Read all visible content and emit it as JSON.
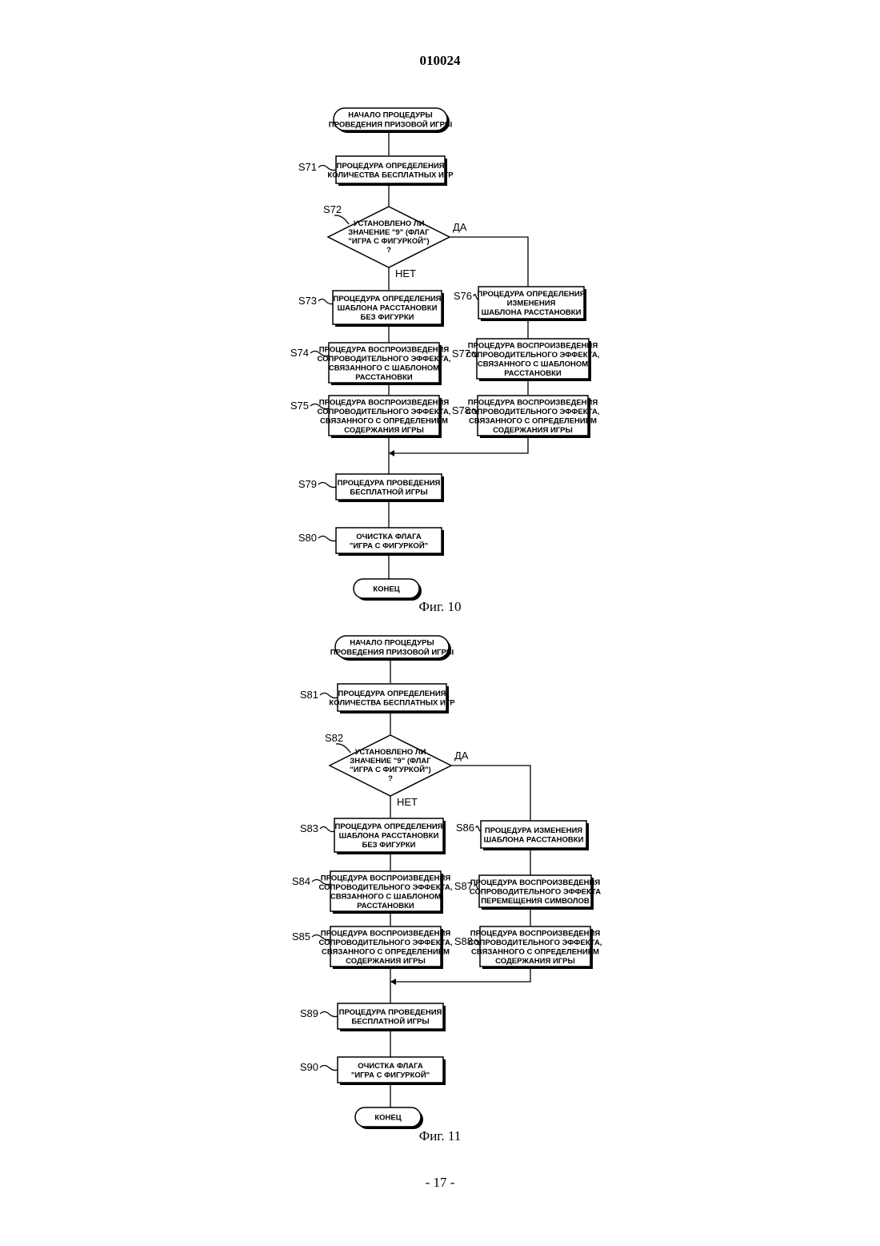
{
  "page_number": "010024",
  "footer": "- 17 -",
  "figures": [
    {
      "caption": "Фиг. 10",
      "start": [
        "НАЧАЛО ПРОЦЕДУРЫ",
        "ПРОВЕДЕНИЯ ПРИЗОВОЙ ИГРЫ"
      ],
      "end": "КОНЕЦ",
      "yes": "ДА",
      "no": "НЕТ",
      "steps": {
        "s1": {
          "id": "S71",
          "lines": [
            "ПРОЦЕДУРА ОПРЕДЕЛЕНИЯ",
            "КОЛИЧЕСТВА БЕСПЛАТНЫХ ИГР"
          ]
        },
        "dec": {
          "id": "S72",
          "lines": [
            "УСТАНОВЛЕНО ЛИ",
            "ЗНАЧЕНИЕ \"9\" (ФЛАГ",
            "\"ИГРА С ФИГУРКОЙ\")",
            "?"
          ]
        },
        "l1": {
          "id": "S73",
          "lines": [
            "ПРОЦЕДУРА ОПРЕДЕЛЕНИЯ",
            "ШАБЛОНА РАССТАНОВКИ",
            "БЕЗ ФИГУРКИ"
          ]
        },
        "l2": {
          "id": "S74",
          "lines": [
            "ПРОЦЕДУРА ВОСПРОИЗВЕДЕНИЯ",
            "СОПРОВОДИТЕЛЬНОГО ЭФФЕКТА,",
            "СВЯЗАННОГО С ШАБЛОНОМ",
            "РАССТАНОВКИ"
          ]
        },
        "l3": {
          "id": "S75",
          "lines": [
            "ПРОЦЕДУРА ВОСПРОИЗВЕДЕНИЯ",
            "СОПРОВОДИТЕЛЬНОГО ЭФФЕКТА,",
            "СВЯЗАННОГО С ОПРЕДЕЛЕНИЕМ",
            "СОДЕРЖАНИЯ ИГРЫ"
          ]
        },
        "r1": {
          "id": "S76",
          "lines": [
            "ПРОЦЕДУРА ОПРЕДЕЛЕНИЯ",
            "ИЗМЕНЕНИЯ",
            "ШАБЛОНА РАССТАНОВКИ"
          ]
        },
        "r2": {
          "id": "S77",
          "lines": [
            "ПРОЦЕДУРА ВОСПРОИЗВЕДЕНИЯ",
            "СОПРОВОДИТЕЛЬНОГО ЭФФЕКТА,",
            "СВЯЗАННОГО С ШАБЛОНОМ",
            "РАССТАНОВКИ"
          ]
        },
        "r3": {
          "id": "S78",
          "lines": [
            "ПРОЦЕДУРА ВОСПРОИЗВЕДЕНИЯ",
            "СОПРОВОДИТЕЛЬНОГО ЭФФЕКТА,",
            "СВЯЗАННОГО С ОПРЕДЕЛЕНИЕМ",
            "СОДЕРЖАНИЯ ИГРЫ"
          ]
        },
        "b1": {
          "id": "S79",
          "lines": [
            "ПРОЦЕДУРА ПРОВЕДЕНИЯ",
            "БЕСПЛАТНОЙ ИГРЫ"
          ]
        },
        "b2": {
          "id": "S80",
          "lines": [
            "ОЧИСТКА ФЛАГА",
            "\"ИГРА С ФИГУРКОЙ\""
          ]
        }
      }
    },
    {
      "caption": "Фиг. 11",
      "start": [
        "НАЧАЛО ПРОЦЕДУРЫ",
        "ПРОВЕДЕНИЯ ПРИЗОВОЙ ИГРЫ"
      ],
      "end": "КОНЕЦ",
      "yes": "ДА",
      "no": "НЕТ",
      "steps": {
        "s1": {
          "id": "S81",
          "lines": [
            "ПРОЦЕДУРА ОПРЕДЕЛЕНИЯ",
            "КОЛИЧЕСТВА БЕСПЛАТНЫХ ИГР"
          ]
        },
        "dec": {
          "id": "S82",
          "lines": [
            "УСТАНОВЛЕНО ЛИ",
            "ЗНАЧЕНИЕ \"9\" (ФЛАГ",
            "\"ИГРА С ФИГУРКОЙ\")",
            "?"
          ]
        },
        "l1": {
          "id": "S83",
          "lines": [
            "ПРОЦЕДУРА ОПРЕДЕЛЕНИЯ",
            "ШАБЛОНА РАССТАНОВКИ",
            "БЕЗ ФИГУРКИ"
          ]
        },
        "l2": {
          "id": "S84",
          "lines": [
            "ПРОЦЕДУРА ВОСПРОИЗВЕДЕНИЯ",
            "СОПРОВОДИТЕЛЬНОГО ЭФФЕКТА,",
            "СВЯЗАННОГО С ШАБЛОНОМ",
            "РАССТАНОВКИ"
          ]
        },
        "l3": {
          "id": "S85",
          "lines": [
            "ПРОЦЕДУРА ВОСПРОИЗВЕДЕНИЯ",
            "СОПРОВОДИТЕЛЬНОГО ЭФФЕКТА,",
            "СВЯЗАННОГО С ОПРЕДЕЛЕНИЕМ",
            "СОДЕРЖАНИЯ ИГРЫ"
          ]
        },
        "r1": {
          "id": "S86",
          "lines": [
            "ПРОЦЕДУРА ИЗМЕНЕНИЯ",
            "ШАБЛОНА РАССТАНОВКИ"
          ]
        },
        "r2": {
          "id": "S87",
          "lines": [
            "ПРОЦЕДУРА ВОСПРОИЗВЕДЕНИЯ",
            "СОПРОВОДИТЕЛЬНОГО ЭФФЕКТА",
            "ПЕРЕМЕЩЕНИЯ СИМВОЛОВ"
          ]
        },
        "r3": {
          "id": "S88",
          "lines": [
            "ПРОЦЕДУРА ВОСПРОИЗВЕДЕНИЯ",
            "СОПРОВОДИТЕЛЬНОГО ЭФФЕКТА,",
            "СВЯЗАННОГО С ОПРЕДЕЛЕНИЕМ",
            "СОДЕРЖАНИЯ ИГРЫ"
          ]
        },
        "b1": {
          "id": "S89",
          "lines": [
            "ПРОЦЕДУРА ПРОВЕДЕНИЯ",
            "БЕСПЛАТНОЙ ИГРЫ"
          ]
        },
        "b2": {
          "id": "S90",
          "lines": [
            "ОЧИСТКА ФЛАГА",
            "\"ИГРА С ФИГУРКОЙ\""
          ]
        }
      }
    }
  ]
}
